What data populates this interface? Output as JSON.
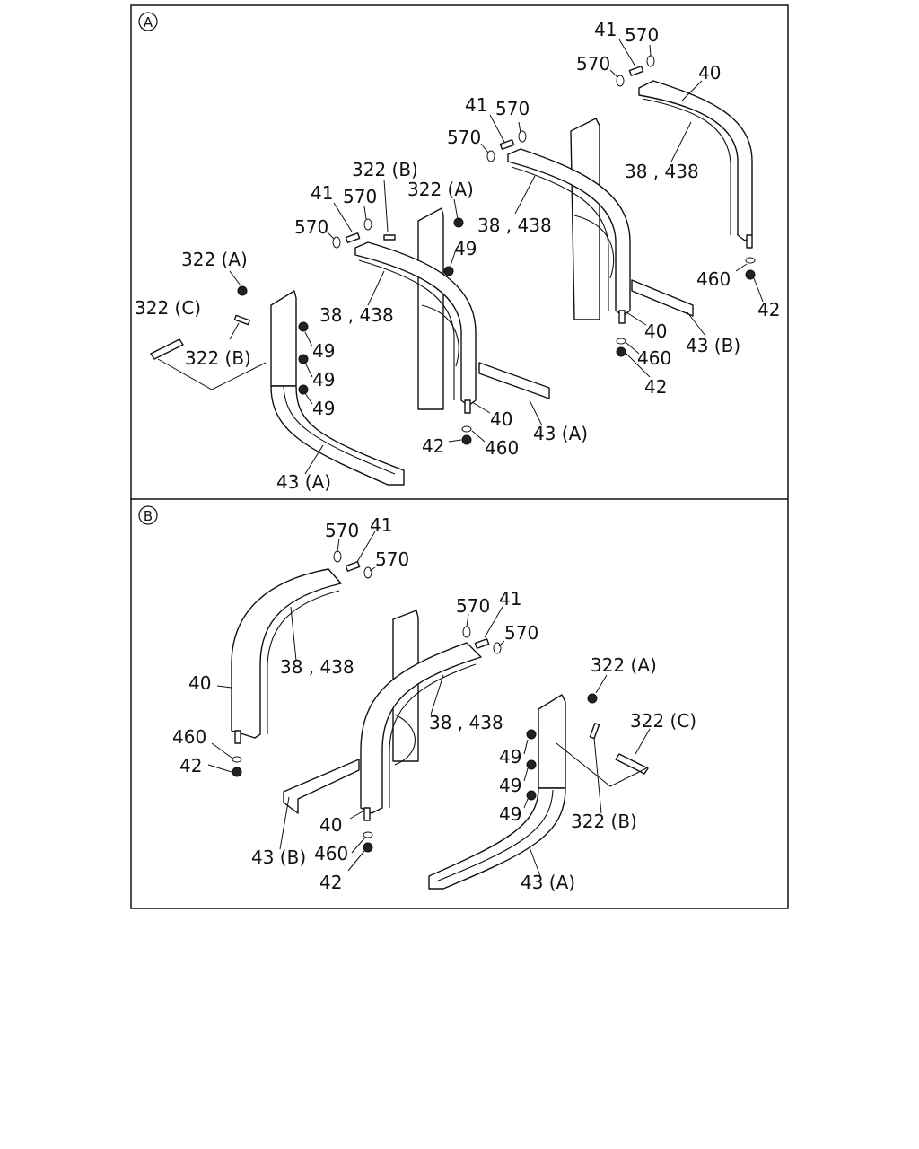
{
  "panels": [
    {
      "id": "A",
      "labels": {
        "l41_a": "41",
        "l570_a1": "570",
        "l570_a2": "570",
        "l40_a": "40",
        "l38_a": "38 , 438",
        "l41_b": "41",
        "l570_b1": "570",
        "l570_b2": "570",
        "l38_b": "38 , 438",
        "l322b_top": "322 (B)",
        "l322a_top": "322 (A)",
        "l41_c": "41",
        "l570_c1": "570",
        "l570_c2": "570",
        "l49_top": "49",
        "l38_c": "38 , 438",
        "l322a_left": "322 (A)",
        "l322c": "322 (C)",
        "l322b_left": "322 (B)",
        "l49_1": "49",
        "l49_2": "49",
        "l49_3": "49",
        "l43a_bottom": "43 (A)",
        "l460_r": "460",
        "l42_r": "42",
        "l40_mid": "40",
        "l43b": "43 (B)",
        "l460_mid": "460",
        "l42_mid": "42",
        "l40_low": "40",
        "l43a_mid": "43 (A)",
        "l42_low": "42",
        "l460_low": "460"
      }
    },
    {
      "id": "B",
      "labels": {
        "l570_a1": "570",
        "l41_a": "41",
        "l570_a2": "570",
        "l38_a": "38 , 438",
        "l40_a": "40",
        "l460_a": "460",
        "l42_a": "42",
        "l570_b1": "570",
        "l41_b": "41",
        "l570_b2": "570",
        "l38_b": "38 , 438",
        "l322a": "322 (A)",
        "l322c": "322 (C)",
        "l49_1": "49",
        "l49_2": "49",
        "l49_3": "49",
        "l322b": "322 (B)",
        "l40_b": "40",
        "l43b": "43 (B)",
        "l460_b": "460",
        "l42_b": "42",
        "l43a": "43 (A)"
      }
    }
  ]
}
